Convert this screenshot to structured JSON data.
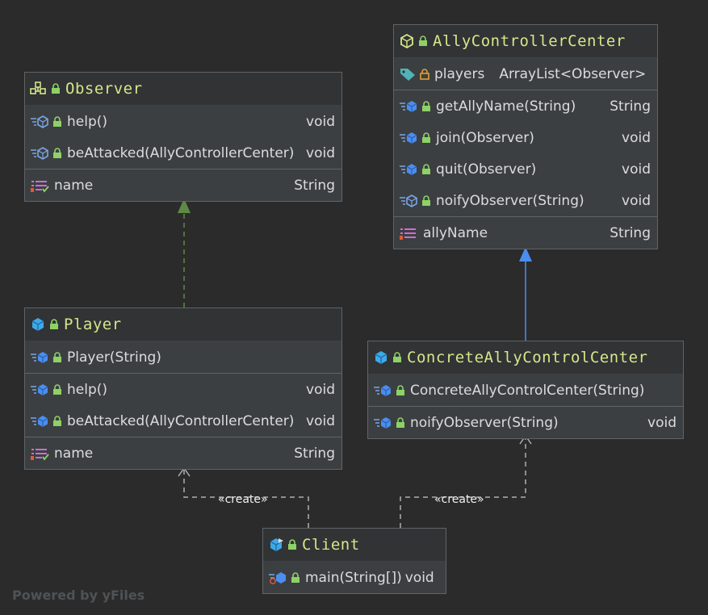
{
  "nodes": {
    "observer": {
      "title": "Observer",
      "methods": [
        {
          "name": "help()",
          "type": "void"
        },
        {
          "name": "beAttacked(AllyControllerCenter)",
          "type": "void"
        }
      ],
      "fields": [
        {
          "name": "name",
          "type": "String"
        }
      ]
    },
    "ally_center": {
      "title": "AllyControllerCenter",
      "properties": [
        {
          "name": "players",
          "type": "ArrayList<Observer>"
        }
      ],
      "methods": [
        {
          "name": "getAllyName(String)",
          "type": "String"
        },
        {
          "name": "join(Observer)",
          "type": "void"
        },
        {
          "name": "quit(Observer)",
          "type": "void"
        },
        {
          "name": "noifyObserver(String)",
          "type": "void"
        }
      ],
      "fields": [
        {
          "name": "allyName",
          "type": "String"
        }
      ]
    },
    "player": {
      "title": "Player",
      "constructors": [
        {
          "name": "Player(String)",
          "type": ""
        }
      ],
      "methods": [
        {
          "name": "help()",
          "type": "void"
        },
        {
          "name": "beAttacked(AllyControllerCenter)",
          "type": "void"
        }
      ],
      "fields": [
        {
          "name": "name",
          "type": "String"
        }
      ]
    },
    "concrete_center": {
      "title": "ConcreteAllyControlCenter",
      "constructors": [
        {
          "name": "ConcreteAllyControlCenter(String)",
          "type": ""
        }
      ],
      "methods": [
        {
          "name": "noifyObserver(String)",
          "type": "void"
        }
      ]
    },
    "client": {
      "title": "Client",
      "methods": [
        {
          "name": "main(String[])",
          "type": "void"
        }
      ]
    }
  },
  "edges": {
    "create_label_left": "«create»",
    "create_label_right": "«create»"
  },
  "watermark": "Powered by yFiles",
  "colors": {
    "background": "#2b2b2b",
    "node_bg": "#3c3f41",
    "title": "#d6e68a",
    "implements_arrow": "#5f8a45",
    "extends_arrow": "#4a8ef0",
    "dependency": "#b0b0b0"
  }
}
